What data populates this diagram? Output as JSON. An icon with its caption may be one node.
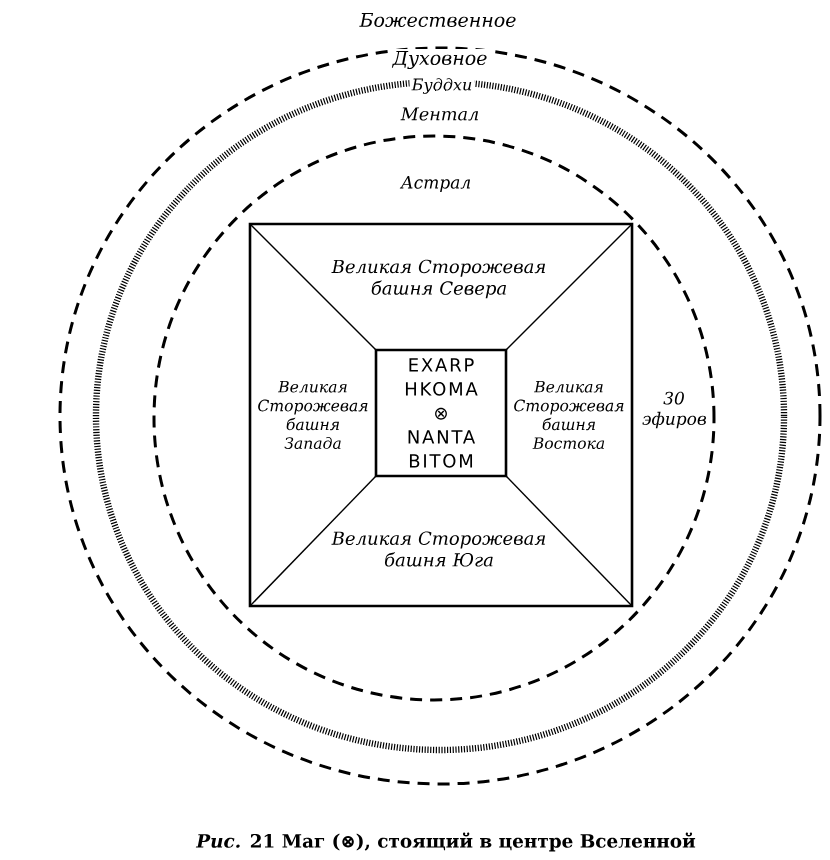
{
  "diagram": {
    "caption": "*Рис.* 21 Маг (⊗), стоящий в центре Вселенной",
    "nodes": [
      {
        "text": [
          "Духовное"
        ]
      },
      {
        "text": [
          "Буддхи",
          "Ментал"
        ],
        "in": 0
      },
      {
        "text": [
          "Астрал",
          "30 эфиров"
        ],
        "in": 1
      },
      {
        "text": [],
        "shape": "box",
        "in": 2
      },
      {
        "text": [
          "Великая Сторожевая башня Севера"
        ],
        "in": 3
      },
      {
        "text": [
          "Великая Сторожевая башня Запада"
        ],
        "in": 3
      },
      {
        "text": [
          "EXARP HKOMA ⊗ NANTA BITOM"
        ],
        "in": 3
      },
      {
        "text": [
          "Великая Сторожевая башня Востока"
        ],
        "in": 3
      },
      {
        "text": [
          "Великая Сторожевая башня Юга"
        ],
        "in": 3
      }
    ],
    "labels": [
      "Божественное"
    ]
  }
}
